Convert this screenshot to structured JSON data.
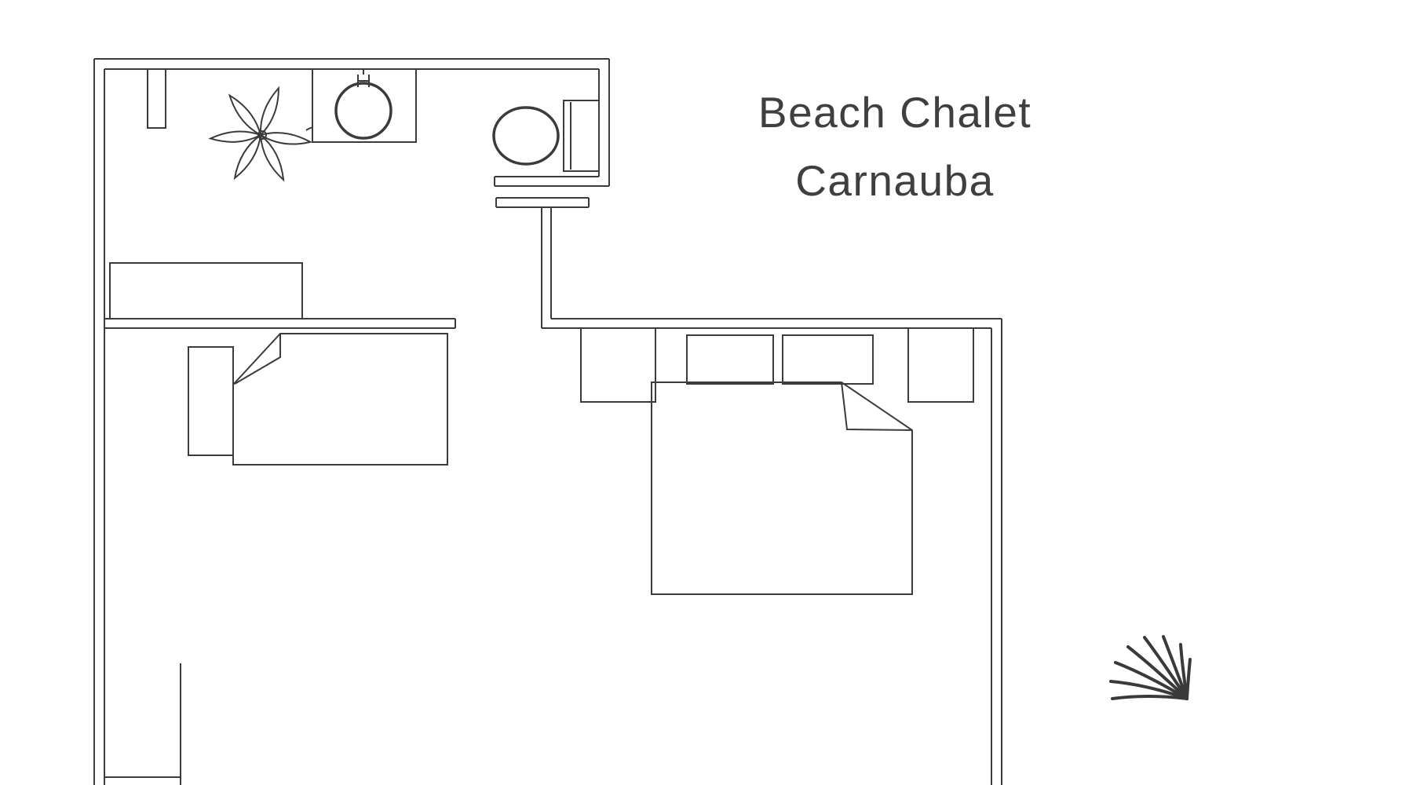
{
  "title": {
    "line1": "Beach Chalet",
    "line2": "Carnauba"
  },
  "logo": {
    "icon": "palm-frond-icon"
  },
  "colors": {
    "line": "#3b3b3b",
    "text": "#3f3f3f",
    "background": "#ffffff"
  },
  "floorplan": {
    "type": "floor-plan",
    "rooms": [
      "bathroom",
      "single-bedroom",
      "double-bedroom"
    ],
    "fixtures": [
      "potted-plant",
      "vanity-sink",
      "toilet-with-tank",
      "closet-counter",
      "single-bed",
      "single-bed-headboard",
      "double-bed",
      "pillow-left",
      "pillow-right",
      "nightstand-left",
      "nightstand-right",
      "wardrobe"
    ]
  }
}
